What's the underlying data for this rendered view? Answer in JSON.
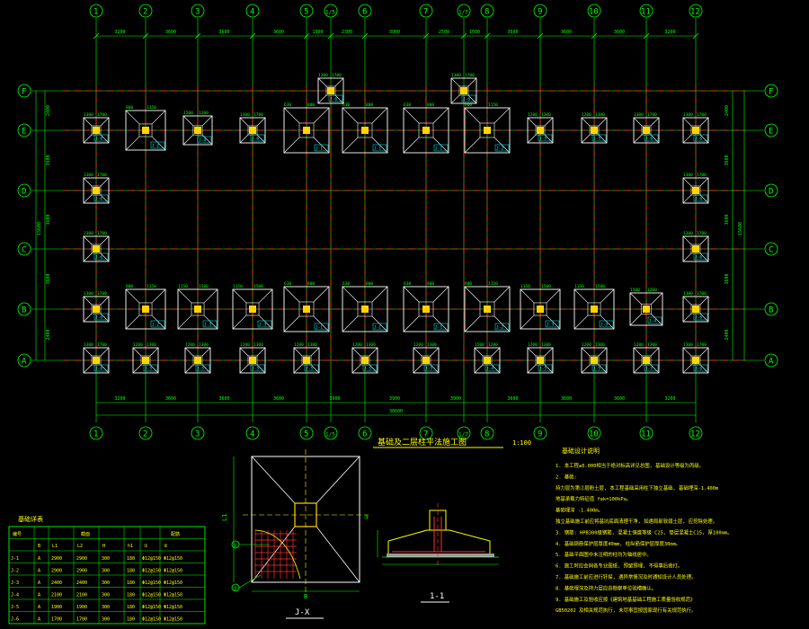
{
  "plan": {
    "title": "基础及二层柱平法施工图",
    "scale": "1:100",
    "column_axes": [
      "1",
      "2",
      "3",
      "4",
      "5",
      "1/5",
      "6",
      "7",
      "1/7",
      "8",
      "9",
      "10",
      "11",
      "12"
    ],
    "row_axes": [
      "F",
      "E",
      "D",
      "C",
      "B",
      "A"
    ],
    "top_dims": [
      "3200",
      "3600",
      "3600",
      "3600",
      "1500",
      "2300",
      "3900",
      "2500",
      "1500",
      "3600",
      "3600",
      "3600",
      "3200"
    ],
    "bottom_dims": [
      "3200",
      "3600",
      "3600",
      "3600",
      "3900",
      "3900",
      "3900",
      "3600",
      "3600",
      "3600",
      "3200"
    ],
    "bottom_total": "38600",
    "right_dims": [
      "2400",
      "3600",
      "3600",
      "3600",
      "2400"
    ],
    "right_total": "15600",
    "footing_labels": [
      "J-1",
      "J-2",
      "J-3",
      "J-4",
      "J-5",
      "J-6"
    ],
    "footing_sizes": [
      "630",
      "800",
      "1150",
      "1500",
      "1200",
      "1300",
      "1700",
      "750"
    ]
  },
  "detail": {
    "title": "J-X",
    "section": "1-1",
    "dim_b": "B",
    "dim_l": "L1",
    "markers": [
      "①",
      "②",
      "③"
    ]
  },
  "table": {
    "title": "基础详表",
    "headers": [
      "编号",
      "",
      "截面",
      "",
      "",
      "",
      "",
      "配筋",
      ""
    ],
    "subheaders": [
      "",
      "B",
      "L1",
      "L2",
      "H",
      "h1",
      "①",
      "②"
    ],
    "rows": [
      [
        "J-1",
        "A",
        "2900",
        "2900",
        "300",
        "180",
        "Φ12@150",
        "Φ12@150"
      ],
      [
        "J-2",
        "A",
        "2900",
        "2900",
        "300",
        "180",
        "Φ12@150",
        "Φ12@150"
      ],
      [
        "J-3",
        "A",
        "2400",
        "2400",
        "300",
        "180",
        "Φ12@150",
        "Φ12@150"
      ],
      [
        "J-4",
        "A",
        "2100",
        "2100",
        "300",
        "180",
        "Φ12@150",
        "Φ12@150"
      ],
      [
        "J-5",
        "A",
        "1900",
        "1900",
        "300",
        "180",
        "Φ12@150",
        "Φ12@150"
      ],
      [
        "J-6",
        "A",
        "1700",
        "1700",
        "300",
        "180",
        "Φ12@150",
        "Φ12@150"
      ]
    ]
  },
  "notes": {
    "title": "基础设计说明",
    "lines": [
      "1. 本工程±0.000相当于绝对标高详见总图, 基础设计等级为丙级。",
      "2. 基础:",
      "   持力层为第②层粉土层, 本工程基础采用柱下独立基础, 基础埋深-1.400m",
      "   地基承载力特征值 fak=100kPa。",
      "   基础埋深 -1.400m。",
      "   独立基础施工前应将基坑底面清理干净, 如遇局部软弱土层, 应挖除处理。",
      "3. 钢筋: HPB300级钢筋, 混凝土强度等级 C25, 垫层混凝土C15, 厚100mm。",
      "4. 基础钢筋保护层厚度40mm, 柱纵筋保护层厚度30mm。",
      "5. 基础平面图中未注明的柱均为轴线居中。",
      "6. 施工时应会同各专业图纸, 预留预埋, 不得事后凿打。",
      "7. 基础施工前应进行钎探, 遇异常情况及时通知设计人员处理。",
      "8. 基础埋深及持力层应由勘察单位验槽确认。",
      "9. 基础施工及验收应按《建筑地基基础工程施工质量验收规范》",
      "   GB50202 及相关规范执行, 未尽事宜按国家现行有关规范执行。"
    ]
  },
  "colors": {
    "bg": "#000000",
    "dim": "#00ff00",
    "axis": "#ff2a2a",
    "footing": "#ffffff",
    "column": "#ffd400",
    "text": "#ffff00",
    "tag": "#00ffff",
    "table_line": "#00ff00",
    "hatch": "#ff3030"
  }
}
